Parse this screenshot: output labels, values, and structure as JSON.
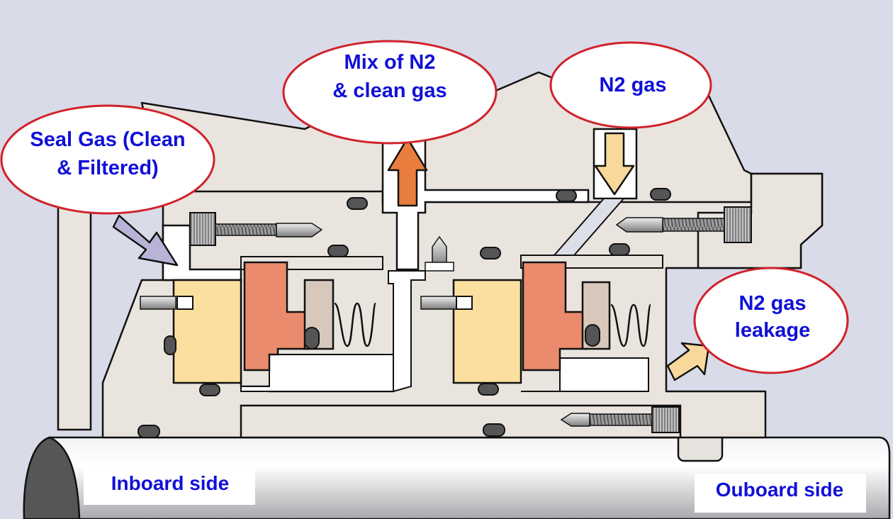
{
  "callouts": {
    "mix": {
      "line1": "Mix of N2",
      "line2": "& clean gas"
    },
    "n2_gas": {
      "line1": "N2 gas"
    },
    "seal_gas": {
      "line1": "Seal Gas (Clean",
      "line2": "& Filtered)"
    },
    "n2_leakage": {
      "line1": "N2 gas",
      "line2": "leakage"
    }
  },
  "side_labels": {
    "inboard": "Inboard side",
    "outboard": "Ouboard side"
  },
  "colors": {
    "background": "#d9dbe8",
    "housing": "#e9e4de",
    "outline": "#111111",
    "seal_face": "#fadf9f",
    "rotor_ring": "#e98b6c",
    "spring_holder": "#d8c8bc",
    "shaft_dark": "#565656",
    "callout_border": "#d0222a",
    "label_text": "#1010d8",
    "arrow_orange": "#e87d3e",
    "arrow_yellow": "#f9d89c",
    "arrow_purple": "#b8b4d8"
  }
}
